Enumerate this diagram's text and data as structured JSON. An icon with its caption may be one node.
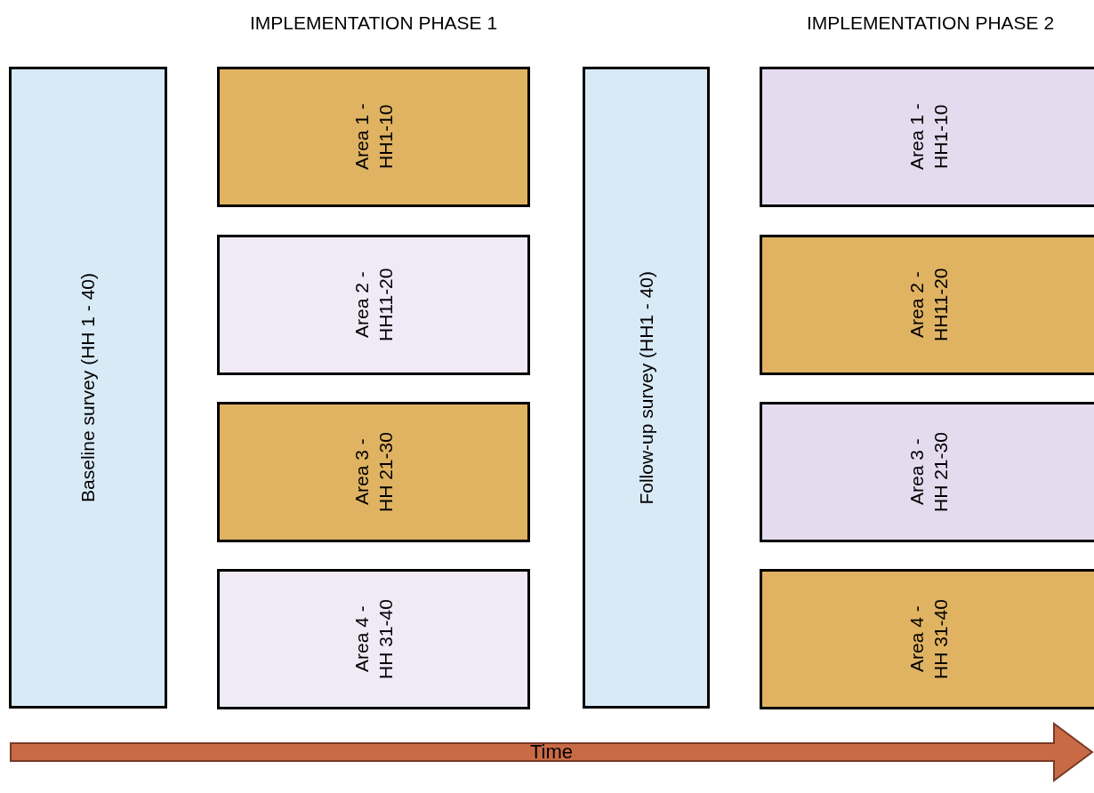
{
  "diagram": {
    "nodes": [
      {
        "text": [
          "Baseline survey (HH 1 - 40)"
        ]
      },
      {
        "text": [
          "Area 1 - HH1-10"
        ]
      },
      {
        "text": [
          "Area 2 - HH11-20"
        ]
      },
      {
        "text": [
          "Area 3 - HH 21-30"
        ]
      },
      {
        "text": [
          "Area 4 - HH 31-40"
        ]
      },
      {
        "text": [
          "Follow-up survey (HH1 - 40)"
        ]
      },
      {
        "text": [
          "Area 1 - HH1-10"
        ]
      },
      {
        "text": [
          "Area 2 - HH11-20"
        ]
      },
      {
        "text": [
          "Area 3 - HH 21-30"
        ]
      },
      {
        "text": [
          "Area 4 - HH 31-40"
        ]
      },
      {
        "text": [
          "Time"
        ]
      }
    ],
    "labels": [
      "IMPLEMENTATION PHASE 1",
      "IMPLEMENTATION PHASE 2"
    ]
  }
}
